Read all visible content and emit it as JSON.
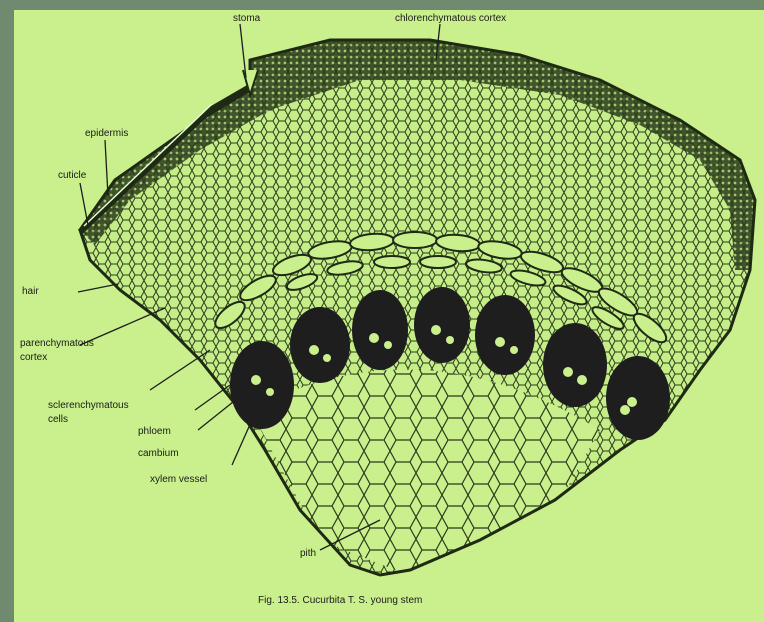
{
  "labels": {
    "stoma": "stoma",
    "chlorenchyma_cortex": "chlorenchymatous cortex",
    "epidermis": "epidermis",
    "cuticle": "cuticle",
    "multicellular_hair": "hair",
    "parenchymatous_cortex_line1": "parenchymatous",
    "parenchymatous_cortex_line2": "cortex",
    "sclerenchymatous_cells_line1": "sclerenchymatous",
    "sclerenchymatous_cells_line2": "cells",
    "phloem": "phloem",
    "cambium": "cambium",
    "xylem_vessel": "xylem vessel",
    "pith": "pith"
  },
  "caption": "Fig. 13.5. Cucurbita T. S. young stem",
  "colors": {
    "background": "#c9f08c",
    "tissue": "#2a3a1c",
    "bundle": "#1e1e1e"
  }
}
